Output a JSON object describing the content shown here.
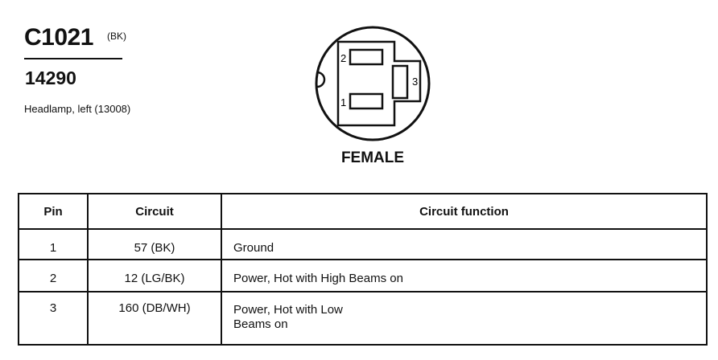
{
  "connector": {
    "id": "C1021",
    "color_code": "(BK)",
    "part_number": "14290",
    "description": "Headlamp, left (13008)",
    "view": "FEMALE",
    "terminals": [
      "1",
      "2",
      "3"
    ]
  },
  "table": {
    "headers": {
      "pin": "Pin",
      "circuit": "Circuit",
      "function": "Circuit function"
    },
    "rows": [
      {
        "pin": "1",
        "circuit": "57 (BK)",
        "function": "Ground",
        "function_line2": ""
      },
      {
        "pin": "2",
        "circuit": "12 (LG/BK)",
        "function": "Power, Hot with High Beams on",
        "function_line2": ""
      },
      {
        "pin": "3",
        "circuit": "160 (DB/WH)",
        "function": "Power, Hot with Low",
        "function_line2": "Beams on"
      }
    ]
  }
}
